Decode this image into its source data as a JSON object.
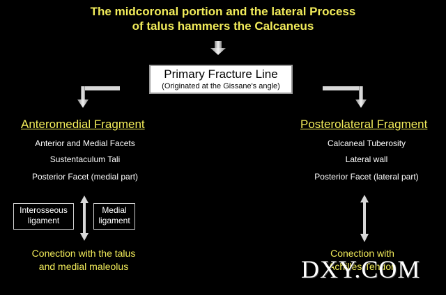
{
  "title": {
    "line1": "The midcoronal portion and the lateral Process",
    "line2": "of talus hammers the Calcaneus"
  },
  "primary": {
    "title": "Primary Fracture Line",
    "subtitle": "(Originated at the Gissane's angle)"
  },
  "anteromedial": {
    "heading": "Anteromedial Fragment",
    "items": [
      "Anterior and Medial Facets",
      "Sustentaculum Tali",
      "Posterior Facet (medial part)"
    ],
    "box1": {
      "line1": "Interosseous",
      "line2": "ligament"
    },
    "box2": {
      "line1": "Medial",
      "line2": "ligament"
    },
    "connection": {
      "line1": "Conection with the talus",
      "line2": "and medial maleolus"
    }
  },
  "posterolateral": {
    "heading": "Posterolateral Fragment",
    "items": [
      "Calcaneal Tuberosity",
      "Lateral wall",
      "Posterior Facet (lateral part)"
    ],
    "connection": {
      "line1": "Conection with",
      "line2": "Achilles Tendon"
    }
  },
  "watermark": "DXY.COM",
  "colors": {
    "background": "#000000",
    "accent": "#f2ec5a",
    "text": "#ffffff",
    "arrow": "#d0d0d0"
  }
}
